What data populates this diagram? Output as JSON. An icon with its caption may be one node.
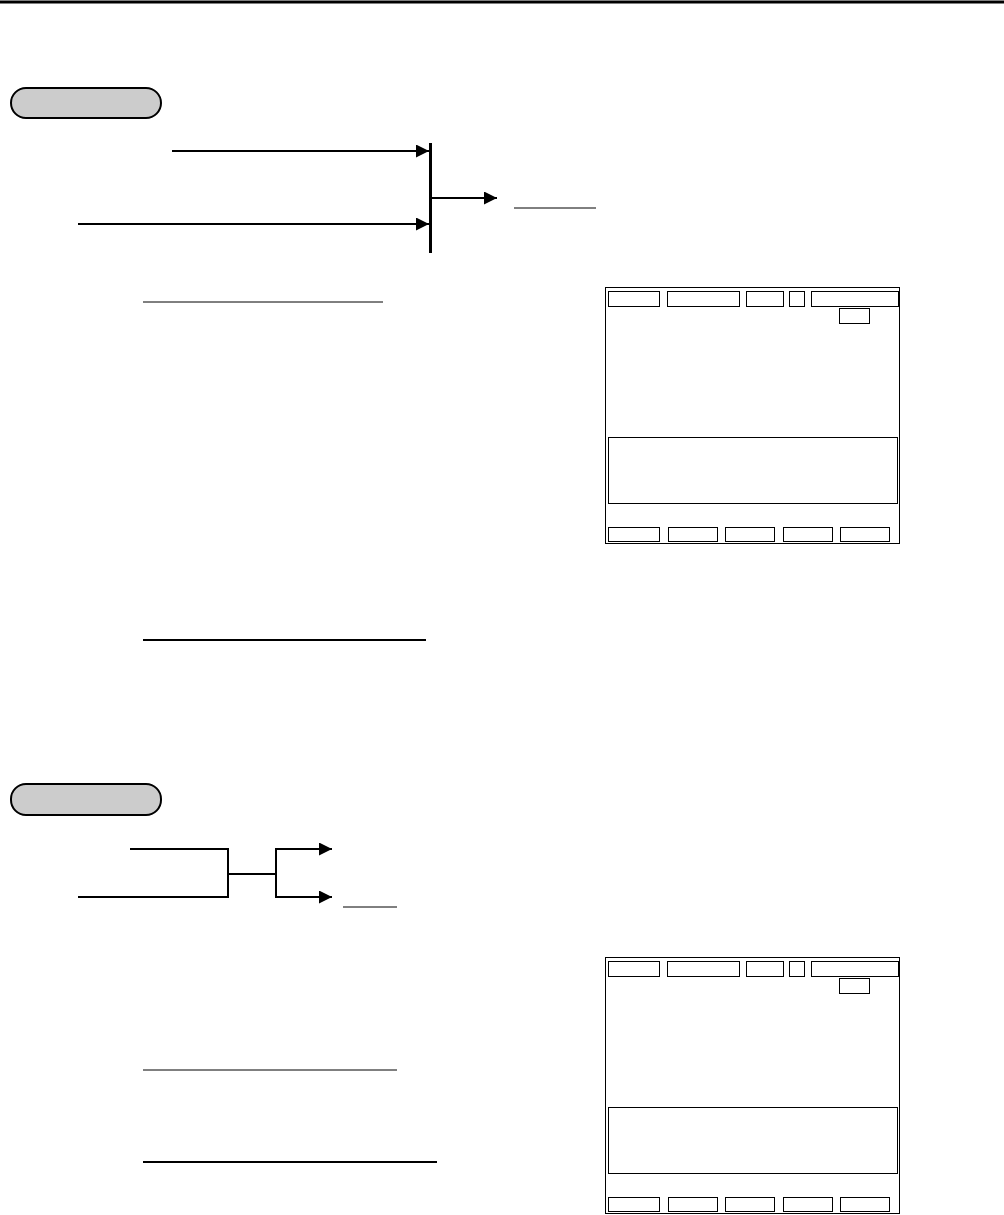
{
  "diagram": {
    "nodes": [
      {
        "text": [],
        "shape": "pill"
      },
      {
        "text": [],
        "shape": "bar"
      },
      {
        "text": [],
        "shape": "box"
      },
      {
        "text": [],
        "shape": "box",
        "in": 2
      },
      {
        "text": [],
        "shape": "box",
        "in": 2
      },
      {
        "text": [],
        "shape": "box",
        "in": 2
      },
      {
        "text": [],
        "shape": "box",
        "in": 2
      },
      {
        "text": [],
        "shape": "box",
        "in": 2
      },
      {
        "text": [],
        "shape": "box",
        "in": 2
      },
      {
        "text": [],
        "shape": "box",
        "in": 2
      },
      {
        "text": [],
        "shape": "box",
        "in": 2
      },
      {
        "text": [],
        "shape": "box",
        "in": 2
      },
      {
        "text": [],
        "shape": "box",
        "in": 2
      },
      {
        "text": [],
        "shape": "box",
        "in": 2
      },
      {
        "text": [],
        "shape": "box",
        "in": 2
      },
      {
        "text": [],
        "shape": "pill"
      },
      {
        "text": [],
        "shape": "bar"
      },
      {
        "text": [],
        "shape": "box"
      },
      {
        "text": [],
        "shape": "box",
        "in": 17
      },
      {
        "text": [],
        "shape": "box",
        "in": 17
      },
      {
        "text": [],
        "shape": "box",
        "in": 17
      },
      {
        "text": [],
        "shape": "box",
        "in": 17
      },
      {
        "text": [],
        "shape": "box",
        "in": 17
      },
      {
        "text": [],
        "shape": "box",
        "in": 17
      },
      {
        "text": [],
        "shape": "box",
        "in": 17
      },
      {
        "text": [],
        "shape": "box",
        "in": 17
      },
      {
        "text": [],
        "shape": "box",
        "in": 17
      },
      {
        "text": [],
        "shape": "box",
        "in": 17
      },
      {
        "text": [],
        "shape": "box",
        "in": 17
      },
      {
        "text": [],
        "shape": "box",
        "in": 17
      }
    ],
    "edges": [
      {
        "from": null,
        "to": 1,
        "arrow": "to"
      },
      {
        "from": null,
        "to": 1,
        "arrow": "to"
      },
      {
        "from": 1,
        "to": null,
        "arrow": "to"
      },
      {
        "from": null,
        "to": 16,
        "arrow": "none"
      },
      {
        "from": null,
        "to": 16,
        "arrow": "none"
      },
      {
        "from": 16,
        "to": null,
        "arrow": "to"
      },
      {
        "from": 16,
        "to": null,
        "arrow": "to"
      }
    ]
  }
}
